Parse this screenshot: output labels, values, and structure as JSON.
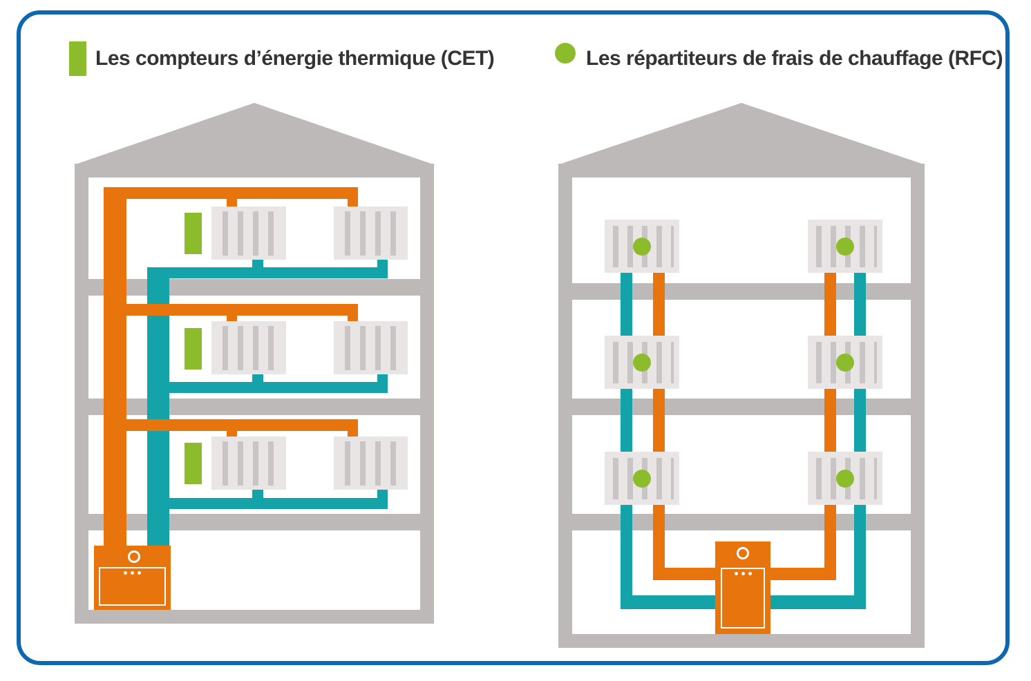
{
  "legend": {
    "items": [
      {
        "id": "cet",
        "marker": "green-bar",
        "label": "Les compteurs d’énergie thermique (CET)"
      },
      {
        "id": "rfc",
        "marker": "green-dot",
        "label": "Les répartiteurs de frais de chauffage (RFC)"
      }
    ]
  },
  "colors": {
    "border_blue": "#0D68B1",
    "orange": "#E8740D",
    "teal": "#13A3A9",
    "green": "#8CBB2B",
    "gray": "#BEB9B9",
    "radiator_fill": "#E9E5E5",
    "radiator_fin": "#C9C4C6",
    "text": "#343434",
    "background": "#FFFFFF"
  },
  "diagram": {
    "cet_building": {
      "floors_with_radiators": 3,
      "radiators_per_floor": 2,
      "cet_meters": 3,
      "boilers": 1,
      "supply_pipe_color": "orange",
      "return_pipe_color": "teal"
    },
    "rfc_building": {
      "floors_with_radiators": 3,
      "radiators_per_floor": 2,
      "rfc_allocators": 6,
      "boilers": 1,
      "supply_pipe_color": "orange",
      "return_pipe_color": "teal"
    }
  }
}
